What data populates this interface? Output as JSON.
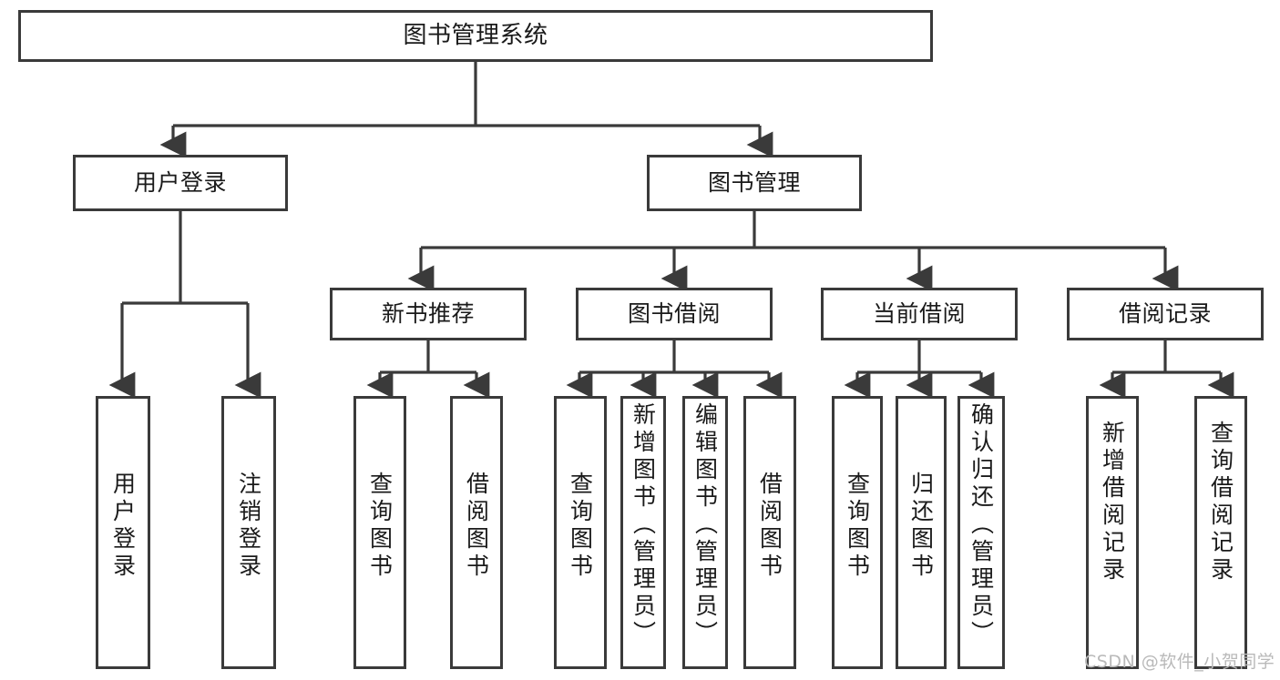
{
  "diagram": {
    "type": "tree-hierarchy-flowchart",
    "title": "图书管理系统",
    "colors": {
      "stroke": "#3a3a3a",
      "fill": "#ffffff",
      "text": "#1a1a1a",
      "watermark": "#b9b9b9",
      "background": "#ffffff"
    },
    "levels": [
      {
        "level": 1,
        "nodes": [
          {
            "id": "root",
            "label": "图书管理系统",
            "orientation": "horizontal"
          }
        ]
      },
      {
        "level": 2,
        "nodes": [
          {
            "id": "user-login",
            "label": "用户登录",
            "orientation": "horizontal",
            "parent": "root"
          },
          {
            "id": "book-manage",
            "label": "图书管理",
            "orientation": "horizontal",
            "parent": "root"
          }
        ]
      },
      {
        "level": 3,
        "nodes": [
          {
            "id": "new-book-rec",
            "label": "新书推荐",
            "orientation": "horizontal",
            "parent": "book-manage"
          },
          {
            "id": "book-borrow",
            "label": "图书借阅",
            "orientation": "horizontal",
            "parent": "book-manage"
          },
          {
            "id": "current-borrow",
            "label": "当前借阅",
            "orientation": "horizontal",
            "parent": "book-manage"
          },
          {
            "id": "borrow-record",
            "label": "借阅记录",
            "orientation": "horizontal",
            "parent": "book-manage"
          }
        ]
      },
      {
        "level": 4,
        "nodes": [
          {
            "id": "leaf-user-login",
            "label": "用户登录",
            "orientation": "vertical",
            "parent": "user-login"
          },
          {
            "id": "leaf-user-logout",
            "label": "注销登录",
            "orientation": "vertical",
            "parent": "user-login"
          },
          {
            "id": "leaf-query-book-1",
            "label": "查询图书",
            "orientation": "vertical",
            "parent": "new-book-rec"
          },
          {
            "id": "leaf-borrow-book-1",
            "label": "借阅图书",
            "orientation": "vertical",
            "parent": "new-book-rec"
          },
          {
            "id": "leaf-query-book-2",
            "label": "查询图书",
            "orientation": "vertical",
            "parent": "book-borrow"
          },
          {
            "id": "leaf-add-book",
            "label": "新增图书（管理员）",
            "orientation": "vertical",
            "parent": "book-borrow"
          },
          {
            "id": "leaf-edit-book",
            "label": "编辑图书（管理员）",
            "orientation": "vertical",
            "parent": "book-borrow"
          },
          {
            "id": "leaf-borrow-book-2",
            "label": "借阅图书",
            "orientation": "vertical",
            "parent": "book-borrow"
          },
          {
            "id": "leaf-query-book-3",
            "label": "查询图书",
            "orientation": "vertical",
            "parent": "current-borrow"
          },
          {
            "id": "leaf-return-book",
            "label": "归还图书",
            "orientation": "vertical",
            "parent": "current-borrow"
          },
          {
            "id": "leaf-confirm-return",
            "label": "确认归还（管理员）",
            "orientation": "vertical",
            "parent": "current-borrow"
          },
          {
            "id": "leaf-add-record",
            "label": "新增借阅记录",
            "orientation": "vertical",
            "parent": "borrow-record"
          },
          {
            "id": "leaf-query-record",
            "label": "查询借阅记录",
            "orientation": "vertical",
            "parent": "borrow-record"
          }
        ]
      }
    ]
  },
  "watermark": {
    "text": "CSDN @软件_小贺同学"
  }
}
